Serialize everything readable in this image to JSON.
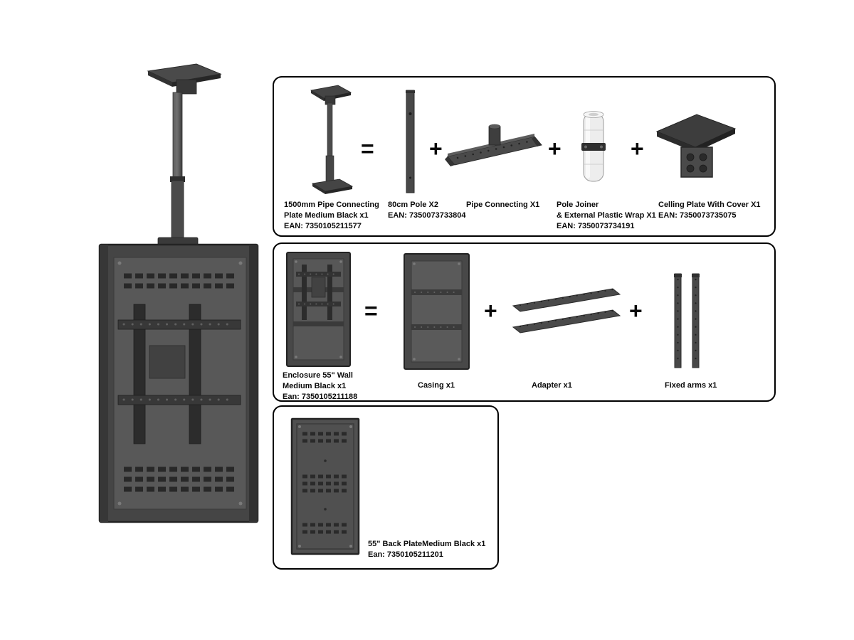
{
  "operators": {
    "equals": "=",
    "plus": "+"
  },
  "colors": {
    "background": "#ffffff",
    "box_outline": "#000000",
    "metal_dark": "#2d2d2d",
    "metal_mid": "#4a4a4a",
    "metal_light": "#5a5a5a",
    "joiner_white": "#ededed",
    "label_text": "#0a0a0a"
  },
  "icons": {
    "main_assembly": "ceiling-pipe-with-enclosure-illustration",
    "pipe_assembly": "1500mm-pipe-connecting-plate",
    "pole": "80cm-pole",
    "pipe_connecting": "pipe-connecting-bracket",
    "pole_joiner": "pole-joiner-plastic-wrap",
    "ceiling_plate": "ceiling-plate-with-cover",
    "enclosure": "enclosure-55-wall",
    "casing": "casing",
    "adapter": "adapter-rails",
    "fixed_arms": "fixed-arms",
    "back_plate": "55-back-plate"
  },
  "kits": [
    {
      "name": "pipe-kit",
      "result": {
        "label": "1500mm Pipe Connecting\nPlate Medium Black x1\nEAN: 7350105211577"
      },
      "parts": [
        {
          "label": "80cm Pole X2\nEAN: 7350073733804"
        },
        {
          "label": "Pipe Connecting X1"
        },
        {
          "label": "Pole Joiner\n& External Plastic Wrap X1\nEAN: 7350073734191"
        },
        {
          "label": "Celling Plate With Cover  X1\nEAN: 7350073735075"
        }
      ]
    },
    {
      "name": "enclosure-kit",
      "result": {
        "label": "Enclosure 55\" Wall\nMedium Black x1\nEan: 7350105211188"
      },
      "parts": [
        {
          "label": "Casing x1"
        },
        {
          "label": "Adapter x1"
        },
        {
          "label": "Fixed arms x1"
        }
      ]
    },
    {
      "name": "backplate-kit",
      "result": {
        "label": "55\" Back PlateMedium Black x1\nEan: 7350105211201"
      }
    }
  ]
}
